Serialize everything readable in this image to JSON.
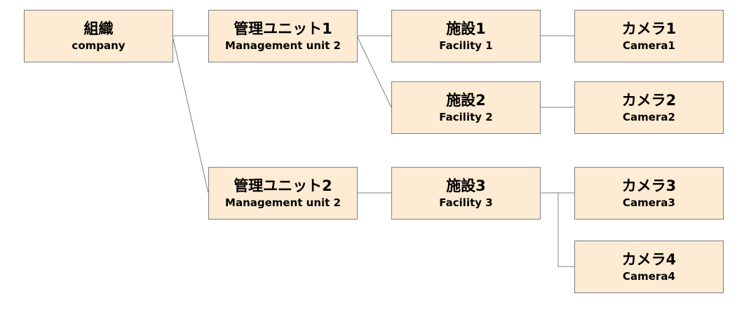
{
  "nodes": {
    "company": {
      "primary": "組織",
      "secondary": "company"
    },
    "unit1": {
      "primary": "管理ユニット1",
      "secondary": "Management unit 2"
    },
    "unit2": {
      "primary": "管理ユニット2",
      "secondary": "Management unit 2"
    },
    "facility1": {
      "primary": "施設1",
      "secondary": "Facility 1"
    },
    "facility2": {
      "primary": "施設2",
      "secondary": "Facility 2"
    },
    "facility3": {
      "primary": "施設3",
      "secondary": "Facility 3"
    },
    "camera1": {
      "primary": "カメラ1",
      "secondary": "Camera1"
    },
    "camera2": {
      "primary": "カメラ2",
      "secondary": "Camera2"
    },
    "camera3": {
      "primary": "カメラ3",
      "secondary": "Camera3"
    },
    "camera4": {
      "primary": "カメラ4",
      "secondary": "Camera4"
    }
  },
  "colors": {
    "node_fill": "#fdebd3",
    "node_border": "#7f7f7f",
    "connector": "#7f7f7f"
  }
}
